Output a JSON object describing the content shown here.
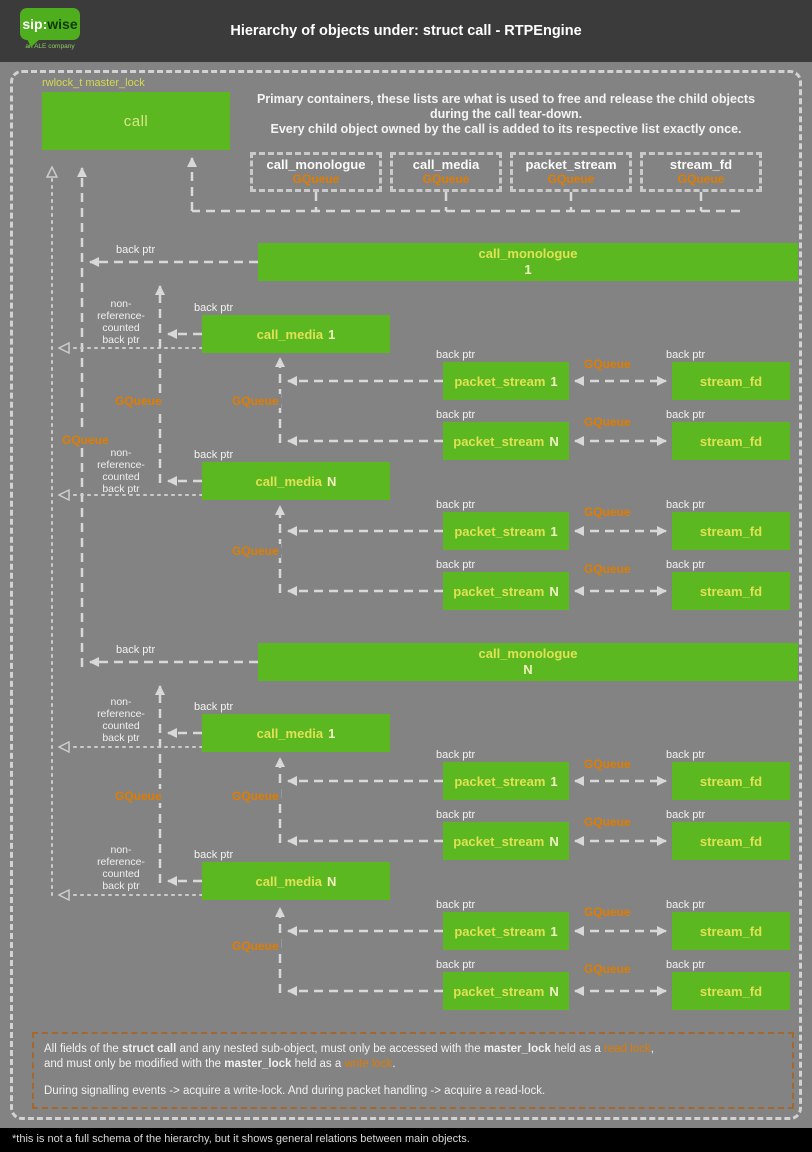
{
  "header": {
    "title": "Hierarchy of objects under: struct call - RTPEngine",
    "logo": {
      "sip": "sip:",
      "wise": "wise",
      "tagline": "an ALE company"
    }
  },
  "diagram": {
    "master_lock_label": "rwlock_t master_lock",
    "call": "call",
    "intro": {
      "line1": "Primary containers, these lists are what is used to free and release the child objects",
      "line2": "during the call tear-down.",
      "line3": "Every child object owned by the call is added to its respective list exactly once."
    },
    "queues": [
      {
        "name": "call_monologue",
        "type": "GQueue"
      },
      {
        "name": "call_media",
        "type": "GQueue"
      },
      {
        "name": "packet_stream",
        "type": "GQueue"
      },
      {
        "name": "stream_fd",
        "type": "GQueue"
      }
    ],
    "labels": {
      "back_ptr": "back ptr",
      "gqueue": "GQueue",
      "non_ref_1": "non-",
      "non_ref_2": "reference-",
      "non_ref_3": "counted",
      "non_ref_4": "back ptr"
    },
    "nodes": {
      "call_monologue": "call_monologue",
      "call_media": "call_media",
      "packet_stream": "packet_stream",
      "stream_fd": "stream_fd",
      "one": "1",
      "n": "N"
    }
  },
  "note": {
    "l1_1": "All fields of the ",
    "l1_2": "struct call",
    "l1_3": " and any nested sub-object, must only be accessed with the ",
    "l1_4": "master_lock",
    "l1_5": " held as a ",
    "l1_6": "read lock",
    "l1_7": ",",
    "l2_1": "and must only be modified with the ",
    "l2_2": "master_lock",
    "l2_3": " held as a ",
    "l2_4": "write lock",
    "l2_5": ".",
    "l3": "During signalling events -> acquire a write-lock. And during packet handling -> acquire a read-lock."
  },
  "footnote": "*this is not a full schema of the hierarchy, but it shows general relations between main objects."
}
